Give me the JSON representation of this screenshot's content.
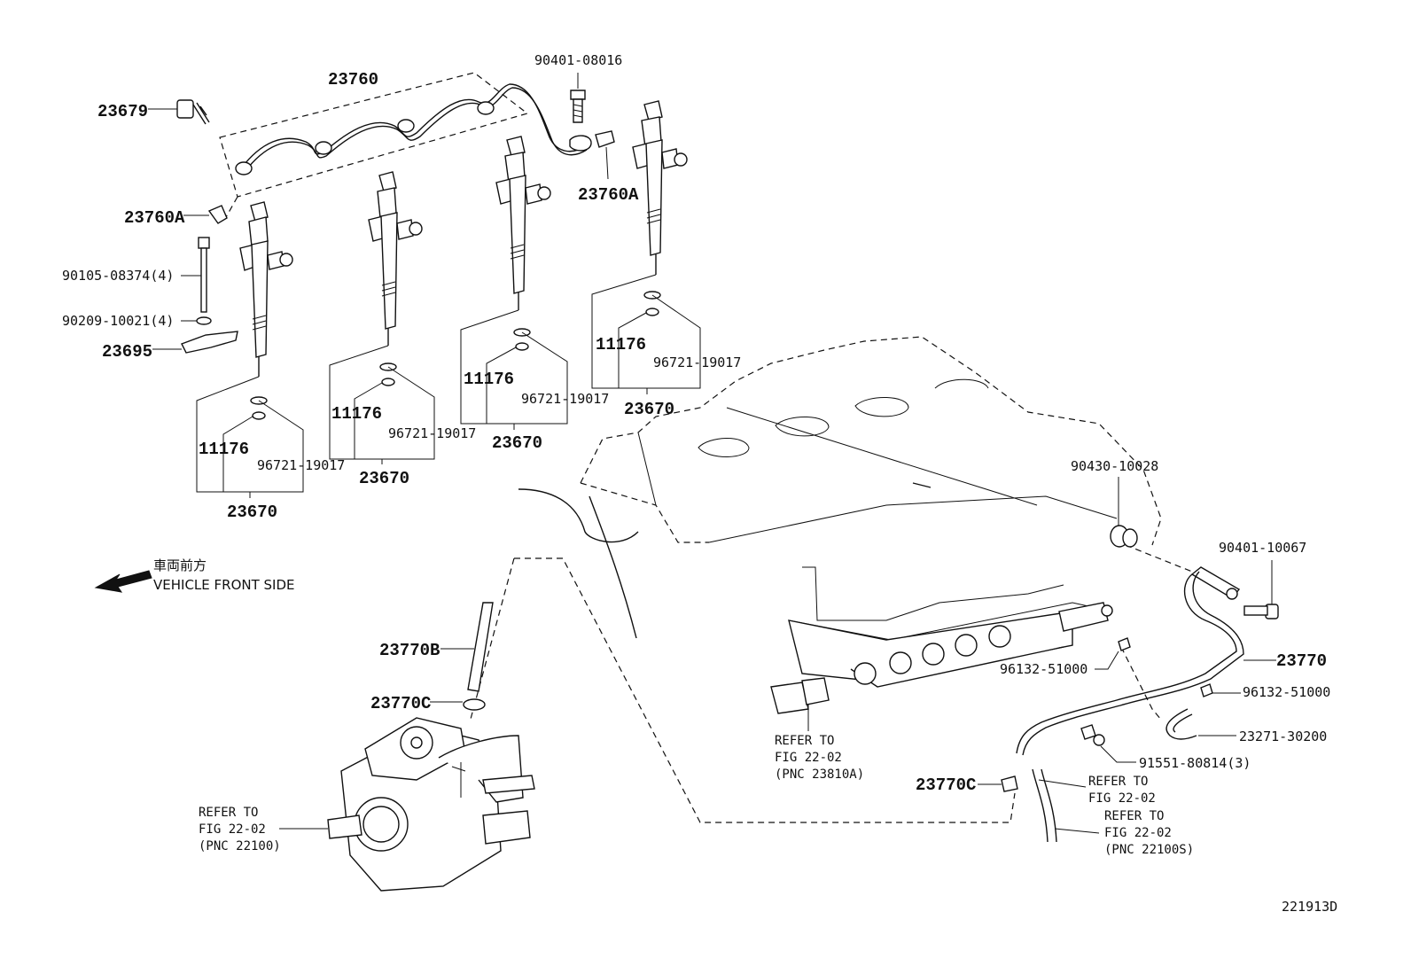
{
  "labels": {
    "p23679": "23679",
    "p23760": "23760",
    "p23760A_left": "23760A",
    "p23760A_right": "23760A",
    "p90401_08016": "90401-08016",
    "p90105": "90105-08374(4)",
    "p90209": "90209-10021(4)",
    "p23695": "23695",
    "inj1_11176": "11176",
    "inj1_96721": "96721-19017",
    "inj1_23670": "23670",
    "inj2_11176": "11176",
    "inj2_96721": "96721-19017",
    "inj2_23670": "23670",
    "inj3_11176": "11176",
    "inj3_96721": "96721-19017",
    "inj3_23670": "23670",
    "inj4_11176": "11176",
    "inj4_96721": "96721-19017",
    "inj4_23670": "23670",
    "p90430": "90430-10028",
    "p90401_10067": "90401-10067",
    "p23770": "23770",
    "p96132_a": "96132-51000",
    "p96132_b": "96132-51000",
    "p23271": "23271-30200",
    "p91551": "91551-80814(3)",
    "p23770B": "23770B",
    "p23770C_top": "23770C",
    "p23770C_bottom": "23770C",
    "diagram_code": "221913D"
  },
  "direction": {
    "jp": "車両前方",
    "en": "VEHICLE FRONT SIDE"
  },
  "refer_rail": {
    "l1": "REFER TO",
    "l2": "FIG 22-02",
    "l3": "(PNC 23810A)"
  },
  "refer_pump": {
    "l1": "REFER TO",
    "l2": "FIG 22-02",
    "l3": "(PNC 22100)"
  },
  "refer_a": {
    "l1": "REFER TO",
    "l2": "FIG 22-02"
  },
  "refer_b": {
    "l1": "REFER TO",
    "l2": "FIG 22-02",
    "l3": "(PNC 22100S)"
  }
}
